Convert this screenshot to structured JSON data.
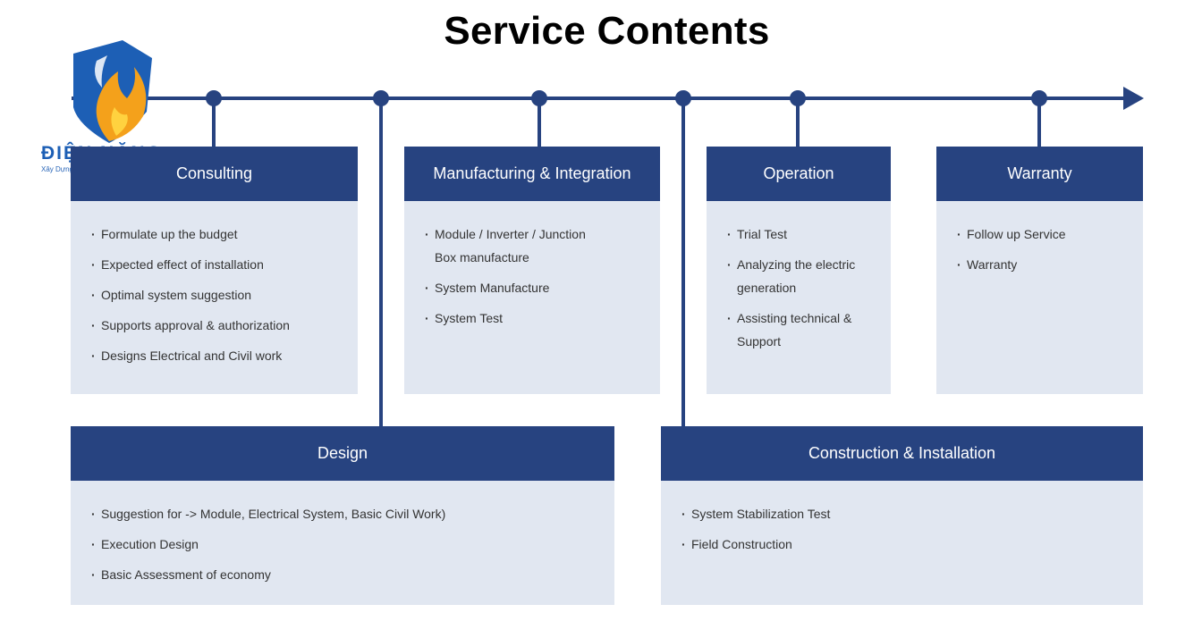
{
  "title": "Service Contents",
  "logo": {
    "brand": "ĐIỆN NĂNG",
    "tagline": "Xây Dựng Nghề Điện Dụng Cụ Tin Mới"
  },
  "colors": {
    "header": "#274380",
    "card_bg": "#e1e7f1",
    "timeline": "#274380"
  },
  "cards": [
    {
      "title": "Consulting",
      "items": [
        "Formulate up the budget",
        "Expected effect of installation",
        "Optimal system suggestion",
        "Supports approval &  authorization",
        "Designs Electrical and Civil work"
      ]
    },
    {
      "title": "Manufacturing & Integration",
      "items": [
        "Module / Inverter / Junction Box manufacture",
        "System Manufacture",
        "System Test"
      ]
    },
    {
      "title": "Operation",
      "items": [
        "Trial Test",
        "Analyzing the electric generation",
        "Assisting technical & Support"
      ]
    },
    {
      "title": "Warranty",
      "items": [
        "Follow up Service",
        "Warranty"
      ]
    },
    {
      "title": "Design",
      "items": [
        "Suggestion for -> Module, Electrical System, Basic Civil Work)",
        "Execution Design",
        "Basic Assessment of economy"
      ]
    },
    {
      "title": "Construction & Installation",
      "items": [
        "System Stabilization Test",
        "Field Construction"
      ]
    }
  ]
}
